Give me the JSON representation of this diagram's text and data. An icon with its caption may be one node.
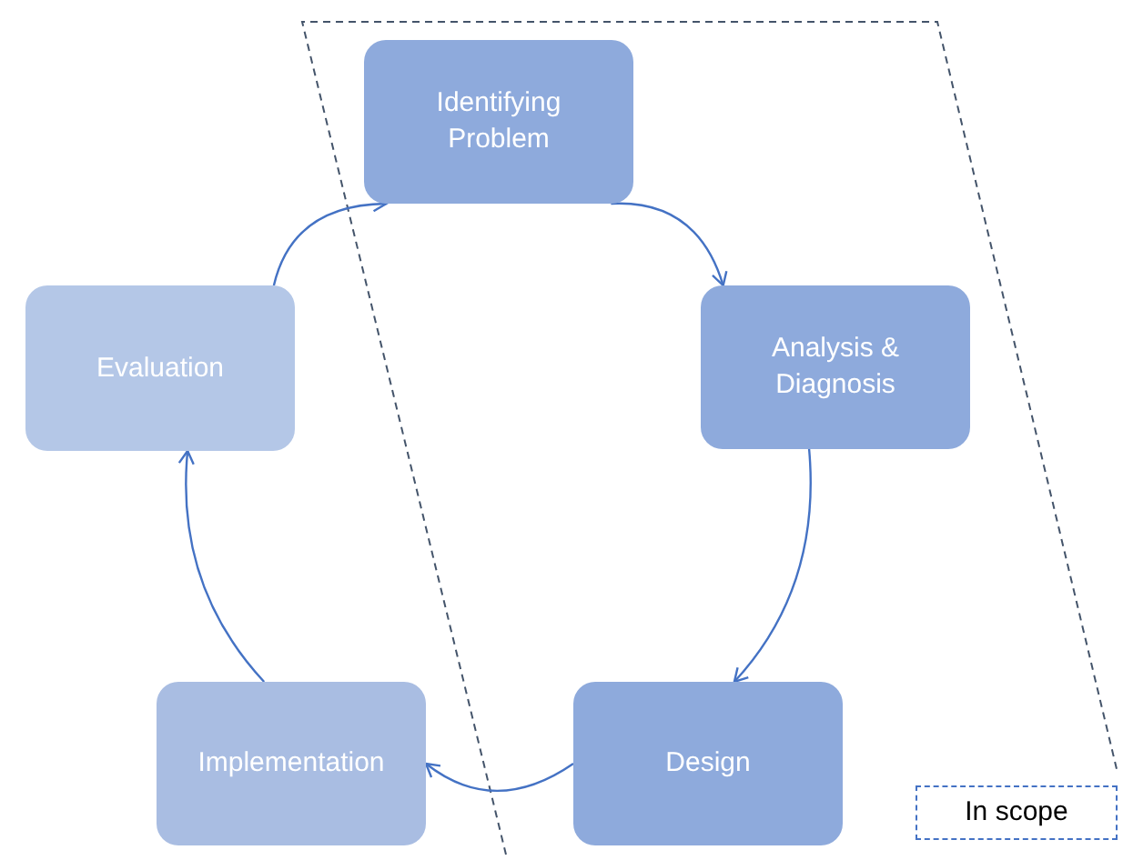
{
  "diagram": {
    "nodes": [
      {
        "text": [
          "Identifying Problem"
        ]
      },
      {
        "text": [
          "Analysis & Diagnosis"
        ]
      },
      {
        "text": [
          "Design"
        ]
      },
      {
        "text": [
          "Implementation"
        ]
      },
      {
        "text": [
          "Evaluation"
        ]
      }
    ],
    "edges": [
      {
        "from": 0,
        "to": 1,
        "arrow": "to"
      },
      {
        "from": 1,
        "to": 2,
        "arrow": "to"
      },
      {
        "from": 2,
        "to": 3,
        "arrow": "to"
      },
      {
        "from": 3,
        "to": 4,
        "arrow": "to"
      },
      {
        "from": 4,
        "to": 0,
        "arrow": "to"
      }
    ],
    "legend": [
      {
        "text": "In scope"
      }
    ]
  }
}
